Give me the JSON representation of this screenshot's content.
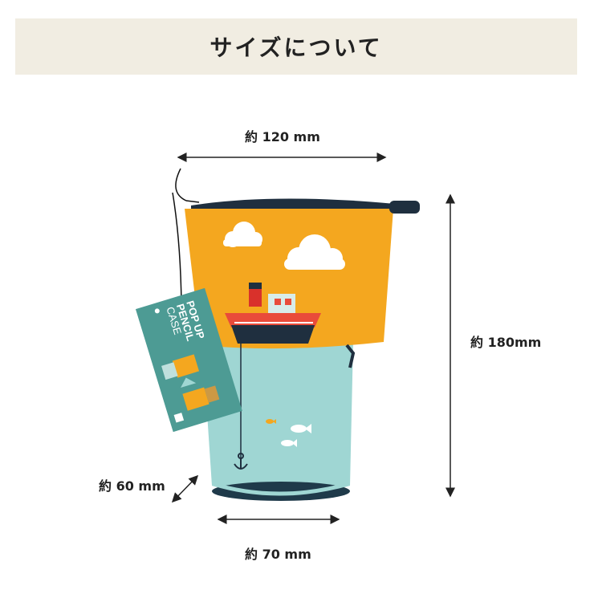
{
  "header": {
    "title": "サイズについて"
  },
  "dimensions": {
    "width": "約 120 mm",
    "height": "約 180mm",
    "depth": "約 60 mm",
    "base": "約 70 mm"
  },
  "tag": {
    "line1": "POP UP",
    "line2": "PENCIL",
    "line3": "CASE"
  },
  "colors": {
    "banner": "#f1ede2",
    "top": "#f4a71f",
    "bottom": "#9fd6d3",
    "tag": "#4d9b94"
  }
}
